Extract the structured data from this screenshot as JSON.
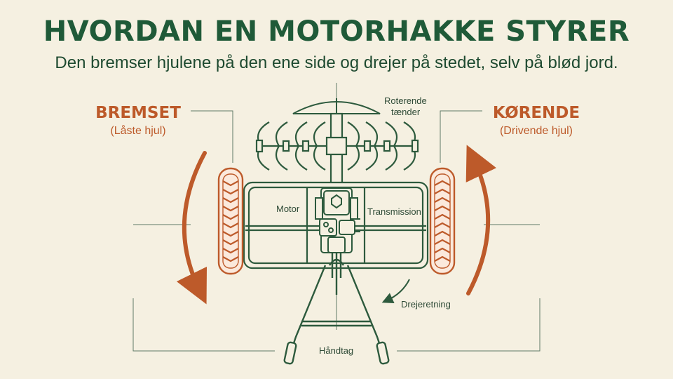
{
  "header": {
    "title": "HVORDAN EN MOTORHAKKE STYRER",
    "subtitle": "Den bremser hjulene på den ene side og drejer på stedet, selv på blød jord."
  },
  "left_wheel": {
    "title": "BREMSET",
    "subtitle": "(Låste hjul)"
  },
  "right_wheel": {
    "title": "KØRENDE",
    "subtitle": "(Drivende hjul)"
  },
  "parts": {
    "tines_line1": "Roterende",
    "tines_line2": "tænder",
    "motor": "Motor",
    "transmission": "Transmission",
    "turn_direction": "Drejeretning",
    "handle": "Håndtag"
  },
  "colors": {
    "background": "#f5f0e1",
    "title_green": "#1f5a38",
    "line_green": "#2d5a3d",
    "accent_orange": "#bd5a2a"
  }
}
